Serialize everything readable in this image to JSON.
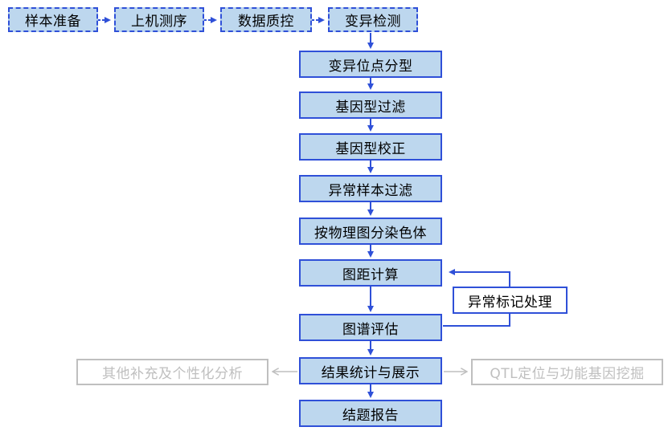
{
  "colors": {
    "node_fill": "#bdd7ee",
    "node_border": "#2f50d8",
    "arrow": "#2f50d8",
    "gray": "#bfbfbf"
  },
  "pre_steps": [
    "样本准备",
    "上机测序",
    "数据质控",
    "变异检测"
  ],
  "main_steps": [
    "变异位点分型",
    "基因型过滤",
    "基因型校正",
    "异常样本过滤",
    "按物理图分染色体",
    "图距计算",
    "图谱评估",
    "结果统计与展示",
    "结题报告"
  ],
  "loop_step": "异常标记处理",
  "branches": {
    "left": "其他补充及个性化分析",
    "right": "QTL定位与功能基因挖掘"
  }
}
